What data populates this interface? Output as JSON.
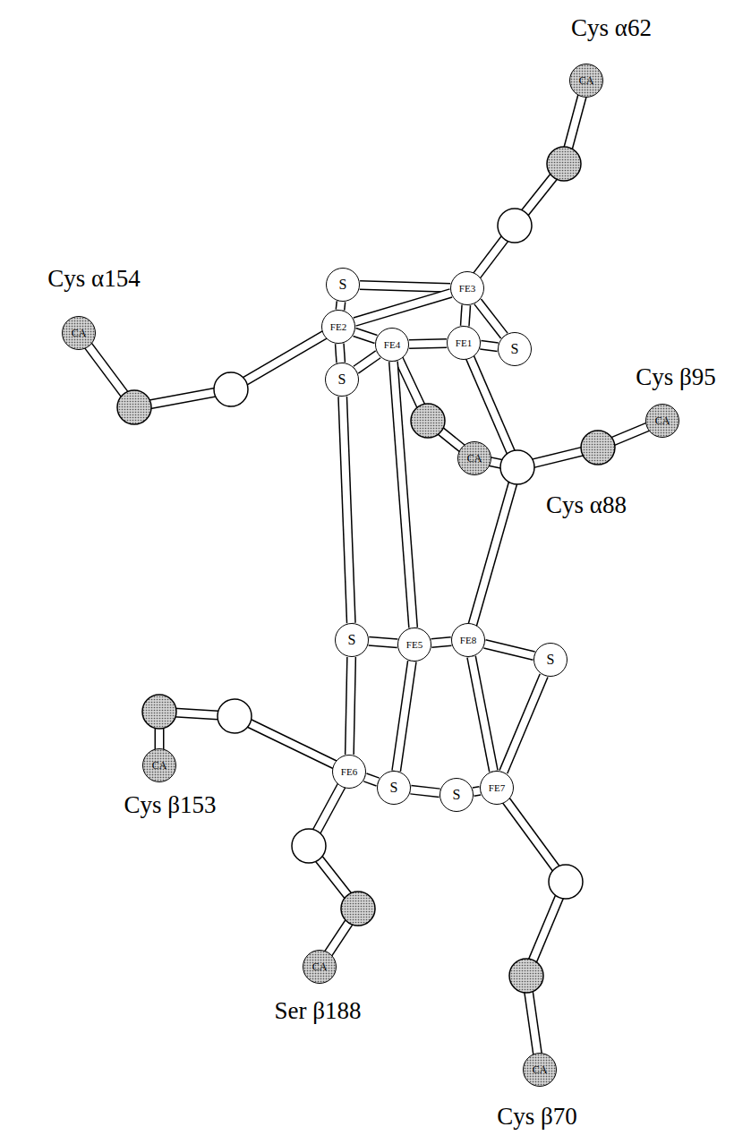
{
  "diagram": {
    "nodes": [
      {
        "text": [
          "CA"
        ]
      },
      {
        "text": [
          "S"
        ]
      },
      {
        "text": [
          "FE3"
        ]
      },
      {
        "text": [
          "FE2"
        ]
      },
      {
        "text": [
          "FE4"
        ]
      },
      {
        "text": [
          "FE1"
        ]
      },
      {
        "text": [
          "S"
        ]
      },
      {
        "text": [
          "CA"
        ]
      },
      {
        "text": [
          "S"
        ]
      },
      {
        "text": [
          "CA"
        ]
      },
      {
        "text": [
          "CA"
        ]
      },
      {
        "text": [
          "S"
        ]
      },
      {
        "text": [
          "FE5"
        ]
      },
      {
        "text": [
          "FE8"
        ]
      },
      {
        "text": [
          "S"
        ]
      },
      {
        "text": [
          "CA"
        ]
      },
      {
        "text": [
          "FE6"
        ]
      },
      {
        "text": [
          "S"
        ]
      },
      {
        "text": [
          "S"
        ]
      },
      {
        "text": [
          "FE7"
        ]
      },
      {
        "text": [
          "CA"
        ]
      },
      {
        "text": [
          "CA"
        ]
      }
    ],
    "edges": [
      {
        "from": 1,
        "to": 2,
        "arrow": "none"
      },
      {
        "from": 1,
        "to": 3,
        "arrow": "none"
      },
      {
        "from": 3,
        "to": 2,
        "arrow": "none"
      },
      {
        "from": 3,
        "to": 4,
        "arrow": "none"
      },
      {
        "from": 2,
        "to": 5,
        "arrow": "none"
      },
      {
        "from": 2,
        "to": 6,
        "arrow": "none"
      },
      {
        "from": 4,
        "to": 5,
        "arrow": "none"
      },
      {
        "from": 5,
        "to": 6,
        "arrow": "none"
      },
      {
        "from": 4,
        "to": 8,
        "arrow": "none"
      },
      {
        "from": 3,
        "to": 8,
        "arrow": "none"
      },
      {
        "from": 8,
        "to": 11,
        "arrow": "none"
      },
      {
        "from": 4,
        "to": 12,
        "arrow": "none"
      },
      {
        "from": 11,
        "to": 12,
        "arrow": "none"
      },
      {
        "from": 12,
        "to": 13,
        "arrow": "none"
      },
      {
        "from": 13,
        "to": 14,
        "arrow": "none"
      },
      {
        "from": 12,
        "to": 17,
        "arrow": "none"
      },
      {
        "from": 13,
        "to": 19,
        "arrow": "none"
      },
      {
        "from": 14,
        "to": 19,
        "arrow": "none"
      },
      {
        "from": 16,
        "to": 17,
        "arrow": "none"
      },
      {
        "from": 17,
        "to": 18,
        "arrow": "none"
      },
      {
        "from": 18,
        "to": 19,
        "arrow": "none"
      },
      {
        "from": 11,
        "to": 16,
        "arrow": "none"
      }
    ],
    "labels": [
      "Cys α62",
      "Cys α154",
      "Cys β95",
      "Cys α88",
      "Cys β153",
      "Ser β188",
      "Cys β70"
    ]
  }
}
